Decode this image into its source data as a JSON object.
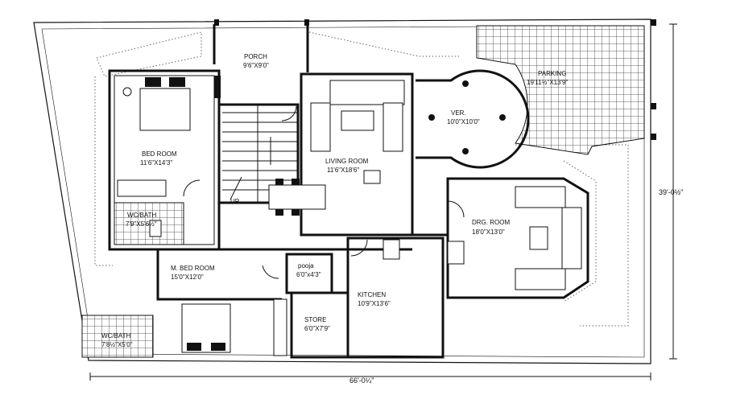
{
  "rooms": {
    "porch": {
      "name": "PORCH",
      "size": "9'6\"X9'0\""
    },
    "parking": {
      "name": "PARKING",
      "size": "19'11½\"X13'9\""
    },
    "ver": {
      "name": "VER.",
      "size": "10'0\"X10'0\""
    },
    "bedroom": {
      "name": "BED ROOM",
      "size": "11'6\"X14'3\""
    },
    "living": {
      "name": "LIVING ROOM",
      "size": "11'6\"X18'6\""
    },
    "wcbath1": {
      "name": "WC/BATH",
      "size": "7'9\"X5'6½\""
    },
    "up": {
      "name": "UP"
    },
    "drg": {
      "name": "DRG. ROOM",
      "size": "18'0\"X13'0\""
    },
    "mbed": {
      "name": "M. BED ROOM",
      "size": "15'0\"X12'0\""
    },
    "pooja": {
      "name": "pooja",
      "size": "6'0\"x4'3\""
    },
    "kitchen": {
      "name": "KITCHEN",
      "size": "10'9\"X13'6\""
    },
    "store": {
      "name": "STORE",
      "size": "6'0\"X7'9\""
    },
    "wcbath2": {
      "name": "WC/BATH",
      "size": "7'8½\"X5'0\""
    }
  },
  "dimensions": {
    "width": "66'-0¼\"",
    "height": "39'-0½\""
  }
}
